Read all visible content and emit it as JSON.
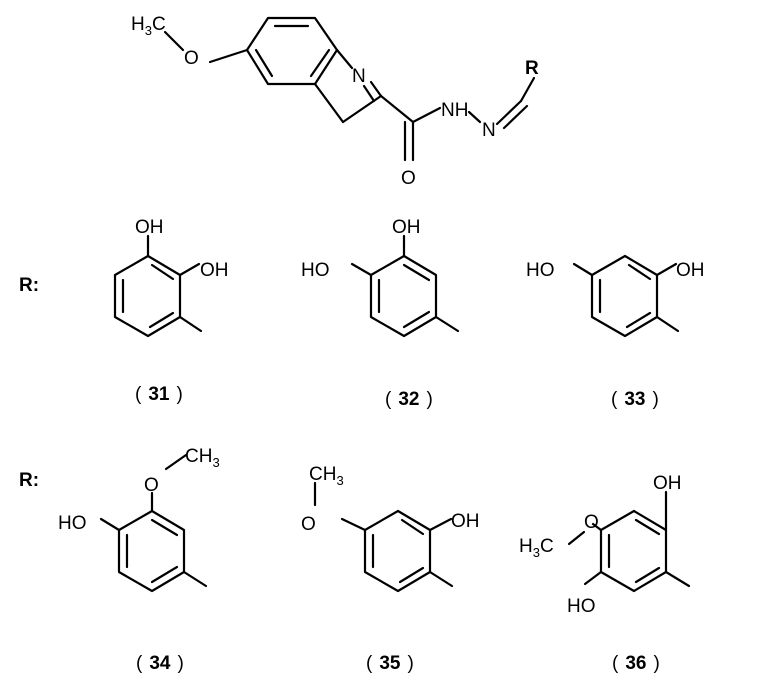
{
  "scaffold": {
    "methyl": "H",
    "methyl_c": "C",
    "methyl_sub": "3",
    "o": "O",
    "n_ring": "N",
    "nh": "NH",
    "n_imine": "N",
    "r": "R",
    "carbonyl_o": "O"
  },
  "rows": [
    {
      "label": "R:"
    },
    {
      "label": "R:"
    }
  ],
  "compounds": [
    {
      "id": "31",
      "substituents": [
        "OH",
        "OH"
      ]
    },
    {
      "id": "32",
      "substituents": [
        "OH",
        "HO"
      ]
    },
    {
      "id": "33",
      "substituents": [
        "HO",
        "OH"
      ]
    },
    {
      "id": "34",
      "substituents": [
        "O",
        "CH",
        "3",
        "HO"
      ]
    },
    {
      "id": "35",
      "substituents": [
        "CH",
        "3",
        "O",
        "OH"
      ]
    },
    {
      "id": "36",
      "substituents": [
        "OH",
        "H",
        "3",
        "C",
        "O",
        "HO"
      ]
    }
  ],
  "caption_parts": {
    "open": "(",
    "close": ")"
  }
}
